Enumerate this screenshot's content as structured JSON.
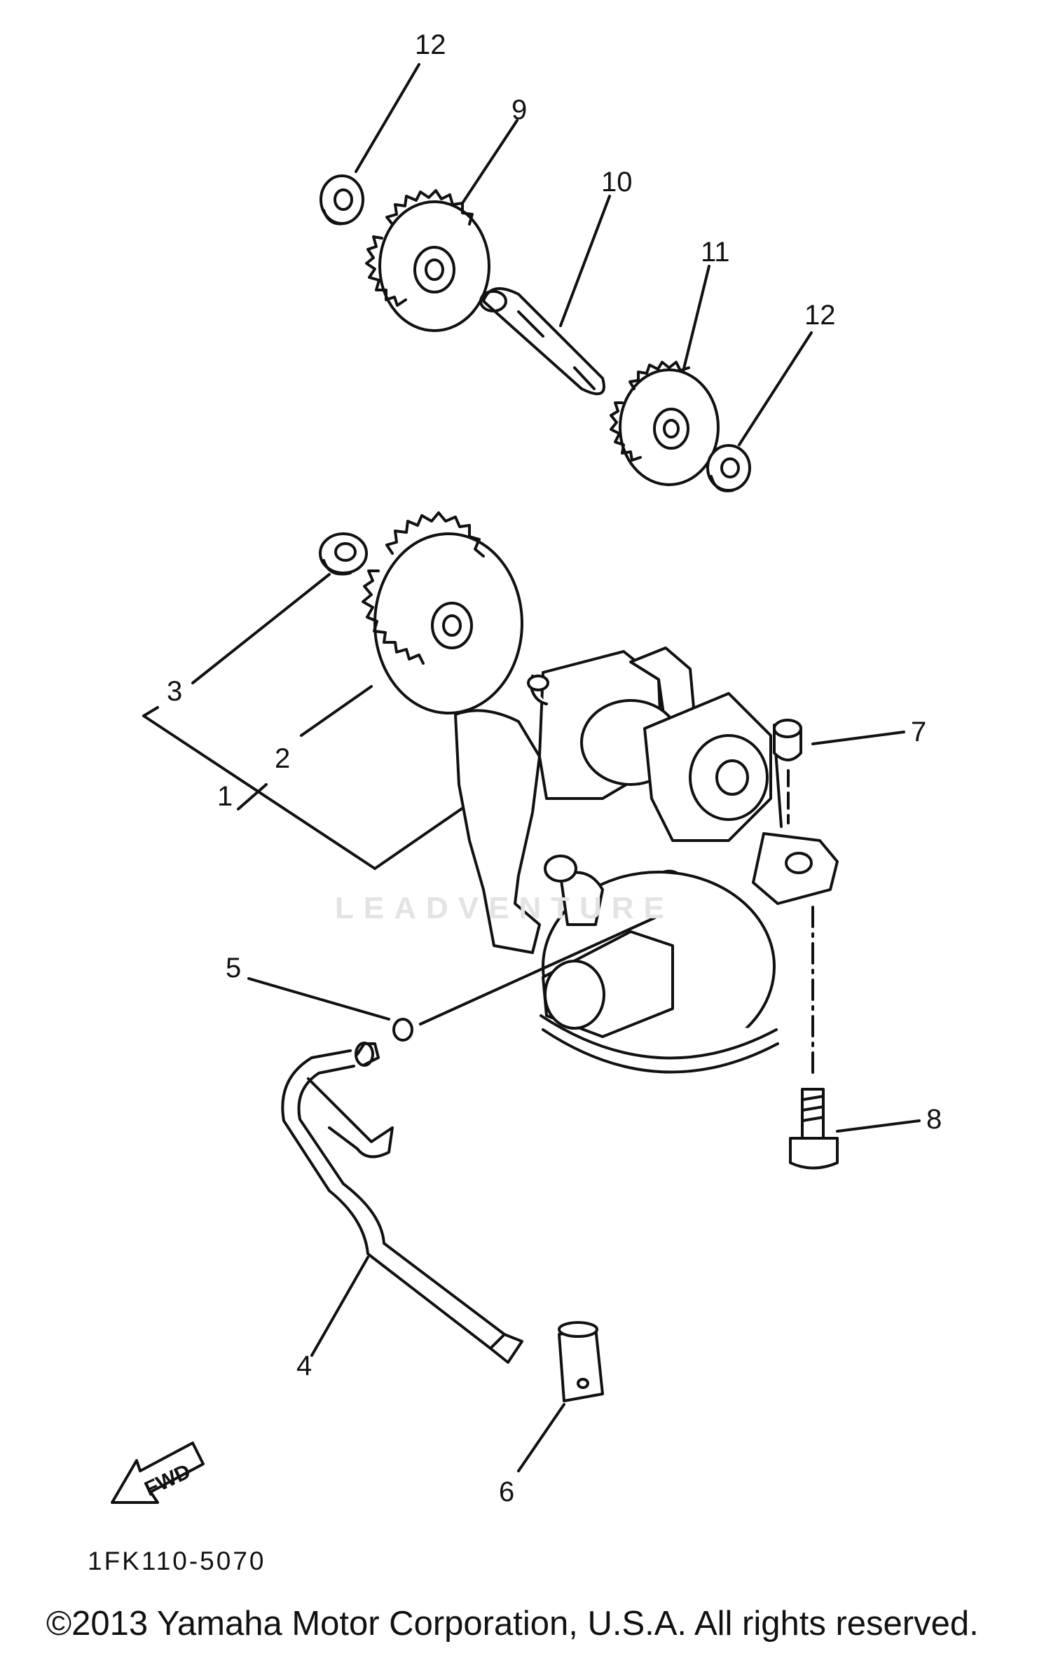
{
  "diagram": {
    "callouts": [
      "1",
      "2",
      "3",
      "4",
      "5",
      "6",
      "7",
      "8",
      "9",
      "10",
      "11",
      "12"
    ],
    "fwd_label": "FWD",
    "drawing_code": "1FK110-5070",
    "watermark": "LEADVENTURE",
    "copyright": "©2013 Yamaha Motor Corporation, U.S.A. All rights reserved."
  }
}
